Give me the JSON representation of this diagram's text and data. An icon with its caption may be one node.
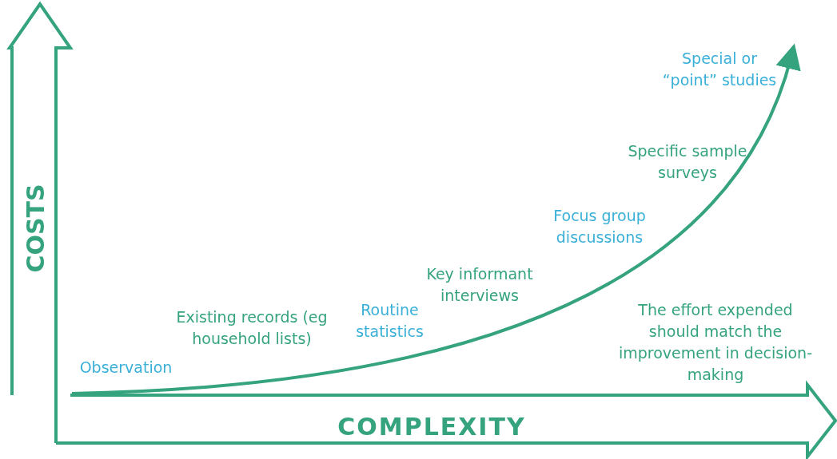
{
  "diagram": {
    "labels": [
      "COSTS",
      "Special or “point” studies",
      "Specific sample surveys",
      "Focus group discussions",
      "Key informant interviews",
      "Routine statistics",
      "Existing records (eg household lists)",
      "Observation",
      "The effort expended should match the improvement in decision-making",
      "COMPLEXITY"
    ]
  }
}
